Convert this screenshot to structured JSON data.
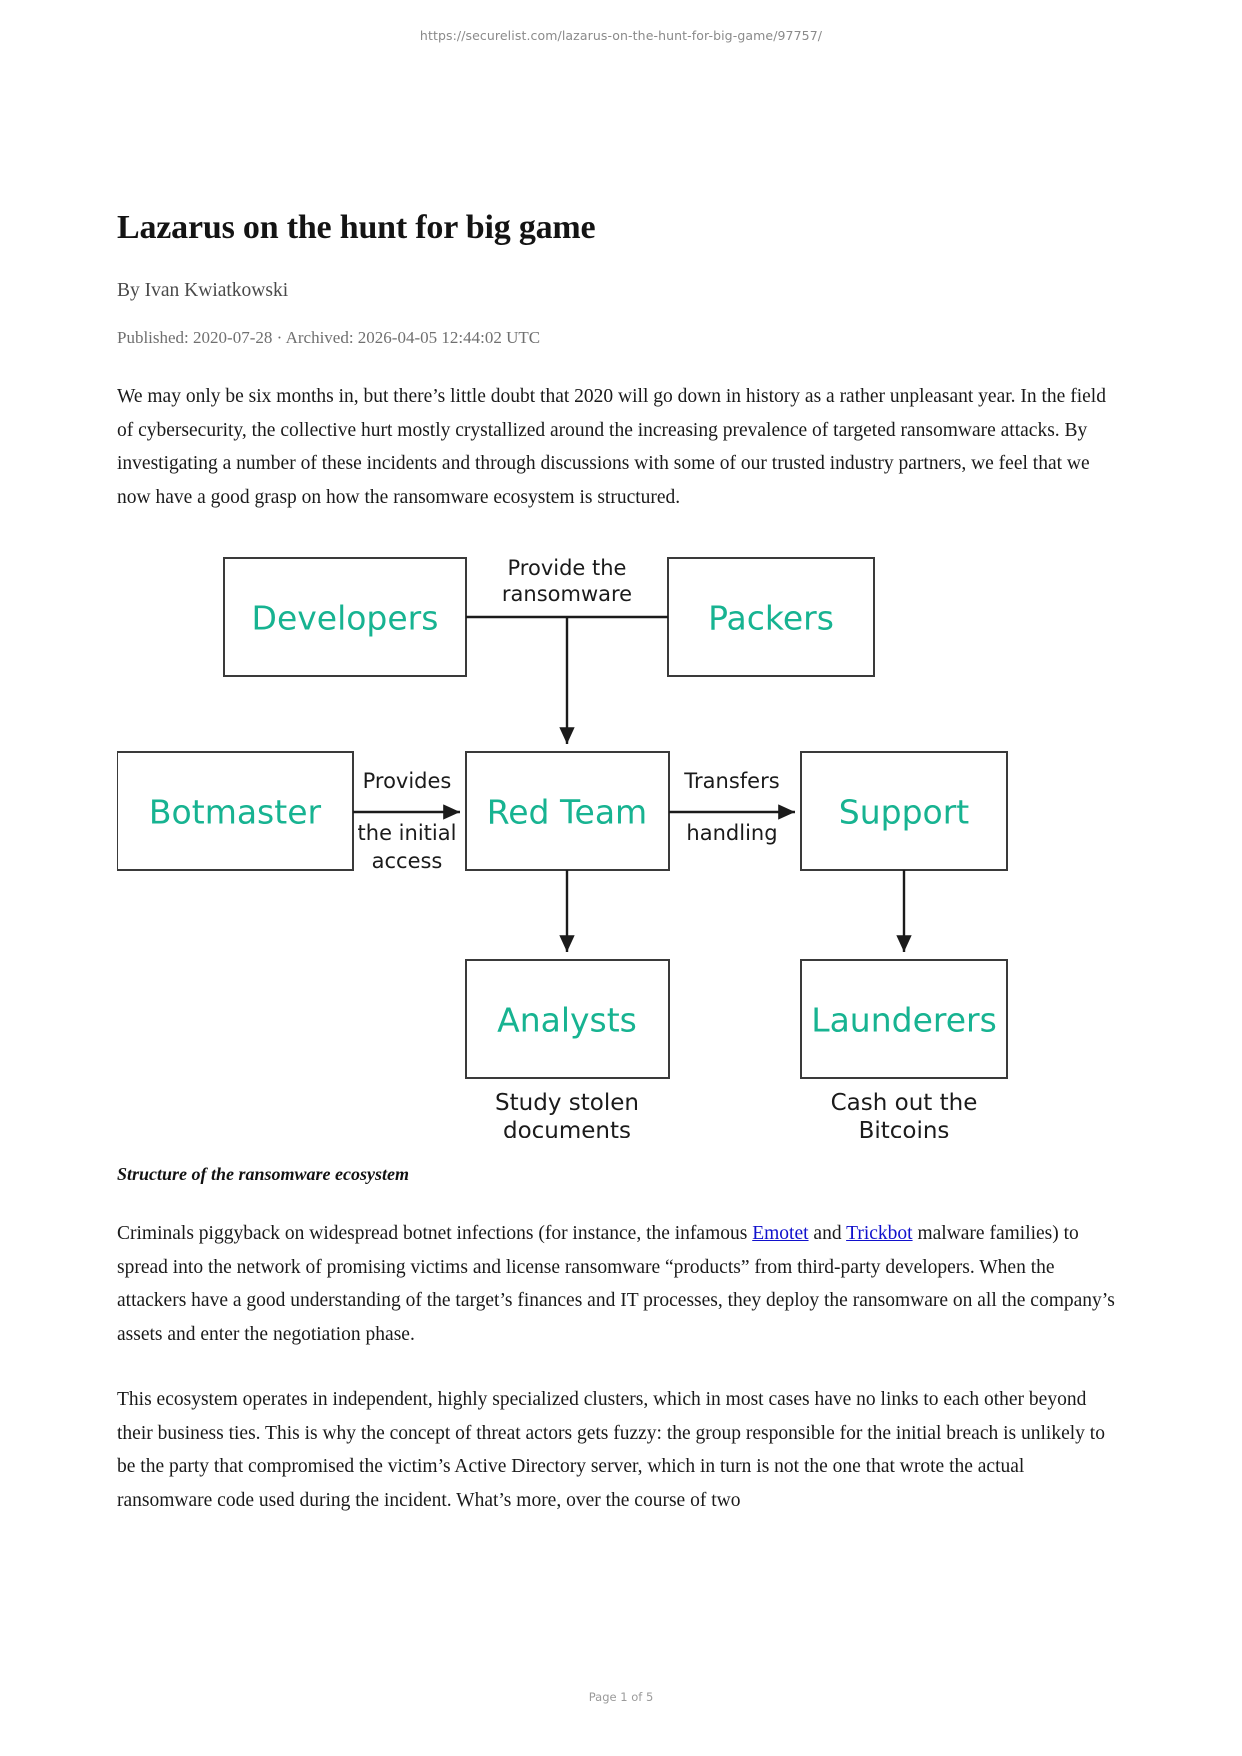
{
  "archive": {
    "url": "https://securelist.com/lazarus-on-the-hunt-for-big-game/97757/",
    "meta_line": "Published: 2020-07-28 · Archived: 2026-04-05 12:44:02 UTC",
    "page_indicator": "Page 1 of 5"
  },
  "article": {
    "title": "Lazarus on the hunt for big game",
    "byline": "By Ivan Kwiatkowski",
    "paragraph_1": "We may only be six months in, but there’s little doubt that 2020 will go down in history as a rather unpleasant year. In the field of cybersecurity, the collective hurt mostly crystallized around the increasing prevalence of targeted ransomware attacks. By investigating a number of these incidents and through discussions with some of our trusted industry partners, we feel that we now have a good grasp on how the ransomware ecosystem is structured.",
    "figure_caption": "Structure of the ransomware ecosystem",
    "paragraph_2_part1": "Criminals piggyback on widespread botnet infections (for instance, the infamous ",
    "paragraph_2_link1": "Emotet",
    "paragraph_2_mid": " and ",
    "paragraph_2_link2": "Trickbot",
    "paragraph_2_part2": " malware families) to spread into the network of promising victims and license ransomware “products” from third-party developers. When the attackers have a good understanding of the target’s finances and IT processes, they deploy the ransomware on all the company’s assets and enter the negotiation phase.",
    "paragraph_3": "This ecosystem operates in independent, highly specialized clusters, which in most cases have no links to each other beyond their business ties. This is why the concept of threat actors gets fuzzy: the group responsible for the initial breach is unlikely to be the party that compromised the victim’s Active Directory server, which in turn is not the one that wrote the actual ransomware code used during the incident. What’s more, over the course of two"
  },
  "diagram": {
    "type": "flowchart",
    "accent_color": "#17b391",
    "box_border_color": "#3a3a3a",
    "nodes": {
      "developers": "Developers",
      "packers": "Packers",
      "botmaster": "Botmaster",
      "red_team": "Red Team",
      "support": "Support",
      "analysts": "Analysts",
      "launderers": "Launderers"
    },
    "edge_labels": {
      "provide_line1": "Provide the",
      "provide_line2": "ransomware",
      "provides_line1": "Provides",
      "provides_line2": "the initial",
      "provides_line3": "access",
      "transfers_line1": "Transfers",
      "transfers_line2": "handling"
    },
    "captions": {
      "analysts_line1": "Study stolen",
      "analysts_line2": "documents",
      "launderers_line1": "Cash out the",
      "launderers_line2": "Bitcoins"
    },
    "edges": [
      {
        "from": "developers",
        "to": "packers",
        "label": "Provide the ransomware",
        "directed": false
      },
      {
        "from": "packers-junction",
        "to": "red_team",
        "label": "",
        "directed": true
      },
      {
        "from": "botmaster",
        "to": "red_team",
        "label": "Provides the initial access",
        "directed": true
      },
      {
        "from": "red_team",
        "to": "support",
        "label": "Transfers handling",
        "directed": true
      },
      {
        "from": "red_team",
        "to": "analysts",
        "label": "",
        "directed": true
      },
      {
        "from": "support",
        "to": "launderers",
        "label": "",
        "directed": true
      }
    ]
  }
}
